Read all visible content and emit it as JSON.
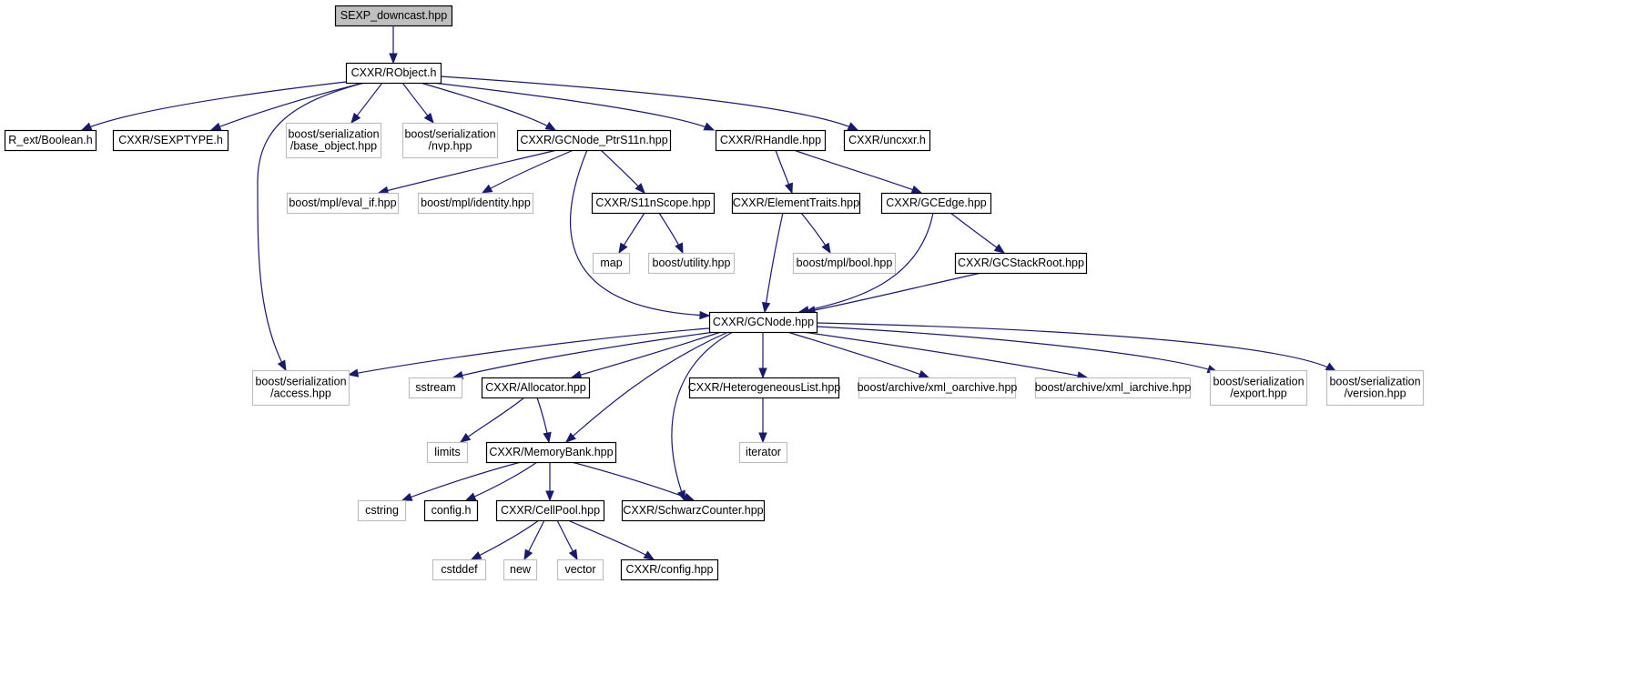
{
  "graph": {
    "title": "SEXP_downcast.hpp",
    "colors": {
      "edge": "#191970",
      "focus_fill": "#bfbfbf",
      "internal_border": "#000000",
      "external_border": "#bfbfbf",
      "background": "#ffffff"
    },
    "nodes": [
      {
        "id": "root",
        "lines": [
          "SEXP_downcast.hpp"
        ],
        "kind": "focus"
      },
      {
        "id": "robject",
        "lines": [
          "CXXR/RObject.h"
        ],
        "kind": "internal"
      },
      {
        "id": "boolean",
        "lines": [
          "R_ext/Boolean.h"
        ],
        "kind": "internal"
      },
      {
        "id": "sexptype",
        "lines": [
          "CXXR/SEXPTYPE.h"
        ],
        "kind": "internal"
      },
      {
        "id": "base_object",
        "lines": [
          "boost/serialization",
          "/base_object.hpp"
        ],
        "kind": "external"
      },
      {
        "id": "nvp",
        "lines": [
          "boost/serialization",
          "/nvp.hpp"
        ],
        "kind": "external"
      },
      {
        "id": "ptrs11n",
        "lines": [
          "CXXR/GCNode_PtrS11n.hpp"
        ],
        "kind": "internal"
      },
      {
        "id": "rhandle",
        "lines": [
          "CXXR/RHandle.hpp"
        ],
        "kind": "internal"
      },
      {
        "id": "uncxxr",
        "lines": [
          "CXXR/uncxxr.h"
        ],
        "kind": "internal"
      },
      {
        "id": "eval_if",
        "lines": [
          "boost/mpl/eval_if.hpp"
        ],
        "kind": "external"
      },
      {
        "id": "identity",
        "lines": [
          "boost/mpl/identity.hpp"
        ],
        "kind": "external"
      },
      {
        "id": "s11nscope",
        "lines": [
          "CXXR/S11nScope.hpp"
        ],
        "kind": "internal"
      },
      {
        "id": "elementtraits",
        "lines": [
          "CXXR/ElementTraits.hpp"
        ],
        "kind": "internal"
      },
      {
        "id": "gcedge",
        "lines": [
          "CXXR/GCEdge.hpp"
        ],
        "kind": "internal"
      },
      {
        "id": "map",
        "lines": [
          "map"
        ],
        "kind": "external"
      },
      {
        "id": "utility",
        "lines": [
          "boost/utility.hpp"
        ],
        "kind": "external"
      },
      {
        "id": "mplbool",
        "lines": [
          "boost/mpl/bool.hpp"
        ],
        "kind": "external"
      },
      {
        "id": "gcstackroot",
        "lines": [
          "CXXR/GCStackRoot.hpp"
        ],
        "kind": "internal"
      },
      {
        "id": "gcnode",
        "lines": [
          "CXXR/GCNode.hpp"
        ],
        "kind": "internal"
      },
      {
        "id": "access",
        "lines": [
          "boost/serialization",
          "/access.hpp"
        ],
        "kind": "external"
      },
      {
        "id": "sstream",
        "lines": [
          "sstream"
        ],
        "kind": "external"
      },
      {
        "id": "allocator",
        "lines": [
          "CXXR/Allocator.hpp"
        ],
        "kind": "internal"
      },
      {
        "id": "heterolist",
        "lines": [
          "CXXR/HeterogeneousList.hpp"
        ],
        "kind": "internal"
      },
      {
        "id": "xml_oarchive",
        "lines": [
          "boost/archive/xml_oarchive.hpp"
        ],
        "kind": "external"
      },
      {
        "id": "xml_iarchive",
        "lines": [
          "boost/archive/xml_iarchive.hpp"
        ],
        "kind": "external"
      },
      {
        "id": "export",
        "lines": [
          "boost/serialization",
          "/export.hpp"
        ],
        "kind": "external"
      },
      {
        "id": "version",
        "lines": [
          "boost/serialization",
          "/version.hpp"
        ],
        "kind": "external"
      },
      {
        "id": "limits",
        "lines": [
          "limits"
        ],
        "kind": "external"
      },
      {
        "id": "memorybank",
        "lines": [
          "CXXR/MemoryBank.hpp"
        ],
        "kind": "internal"
      },
      {
        "id": "iterator",
        "lines": [
          "iterator"
        ],
        "kind": "external"
      },
      {
        "id": "cstring",
        "lines": [
          "cstring"
        ],
        "kind": "external"
      },
      {
        "id": "configh",
        "lines": [
          "config.h"
        ],
        "kind": "internal"
      },
      {
        "id": "cellpool",
        "lines": [
          "CXXR/CellPool.hpp"
        ],
        "kind": "internal"
      },
      {
        "id": "schwarz",
        "lines": [
          "CXXR/SchwarzCounter.hpp"
        ],
        "kind": "internal"
      },
      {
        "id": "cstddef",
        "lines": [
          "cstddef"
        ],
        "kind": "external"
      },
      {
        "id": "new",
        "lines": [
          "new"
        ],
        "kind": "external"
      },
      {
        "id": "vector",
        "lines": [
          "vector"
        ],
        "kind": "external"
      },
      {
        "id": "confighpp",
        "lines": [
          "CXXR/config.hpp"
        ],
        "kind": "internal"
      }
    ],
    "edges": [
      {
        "from": "root",
        "to": "robject"
      },
      {
        "from": "robject",
        "to": "boolean"
      },
      {
        "from": "robject",
        "to": "sexptype"
      },
      {
        "from": "robject",
        "to": "base_object"
      },
      {
        "from": "robject",
        "to": "nvp"
      },
      {
        "from": "robject",
        "to": "ptrs11n"
      },
      {
        "from": "robject",
        "to": "rhandle"
      },
      {
        "from": "robject",
        "to": "uncxxr"
      },
      {
        "from": "robject",
        "to": "access"
      },
      {
        "from": "ptrs11n",
        "to": "eval_if"
      },
      {
        "from": "ptrs11n",
        "to": "identity"
      },
      {
        "from": "ptrs11n",
        "to": "s11nscope"
      },
      {
        "from": "ptrs11n",
        "to": "gcnode"
      },
      {
        "from": "rhandle",
        "to": "elementtraits"
      },
      {
        "from": "rhandle",
        "to": "gcedge"
      },
      {
        "from": "s11nscope",
        "to": "map"
      },
      {
        "from": "s11nscope",
        "to": "utility"
      },
      {
        "from": "elementtraits",
        "to": "mplbool"
      },
      {
        "from": "elementtraits",
        "to": "gcnode"
      },
      {
        "from": "gcedge",
        "to": "gcstackroot"
      },
      {
        "from": "gcedge",
        "to": "gcnode"
      },
      {
        "from": "gcstackroot",
        "to": "gcnode"
      },
      {
        "from": "gcnode",
        "to": "access"
      },
      {
        "from": "gcnode",
        "to": "sstream"
      },
      {
        "from": "gcnode",
        "to": "allocator"
      },
      {
        "from": "gcnode",
        "to": "memorybank"
      },
      {
        "from": "gcnode",
        "to": "schwarz"
      },
      {
        "from": "gcnode",
        "to": "heterolist"
      },
      {
        "from": "gcnode",
        "to": "xml_oarchive"
      },
      {
        "from": "gcnode",
        "to": "xml_iarchive"
      },
      {
        "from": "gcnode",
        "to": "export"
      },
      {
        "from": "gcnode",
        "to": "version"
      },
      {
        "from": "allocator",
        "to": "limits"
      },
      {
        "from": "allocator",
        "to": "memorybank"
      },
      {
        "from": "heterolist",
        "to": "iterator"
      },
      {
        "from": "memorybank",
        "to": "cstring"
      },
      {
        "from": "memorybank",
        "to": "configh"
      },
      {
        "from": "memorybank",
        "to": "cellpool"
      },
      {
        "from": "memorybank",
        "to": "schwarz"
      },
      {
        "from": "cellpool",
        "to": "cstddef"
      },
      {
        "from": "cellpool",
        "to": "new"
      },
      {
        "from": "cellpool",
        "to": "vector"
      },
      {
        "from": "cellpool",
        "to": "confighpp"
      }
    ]
  }
}
